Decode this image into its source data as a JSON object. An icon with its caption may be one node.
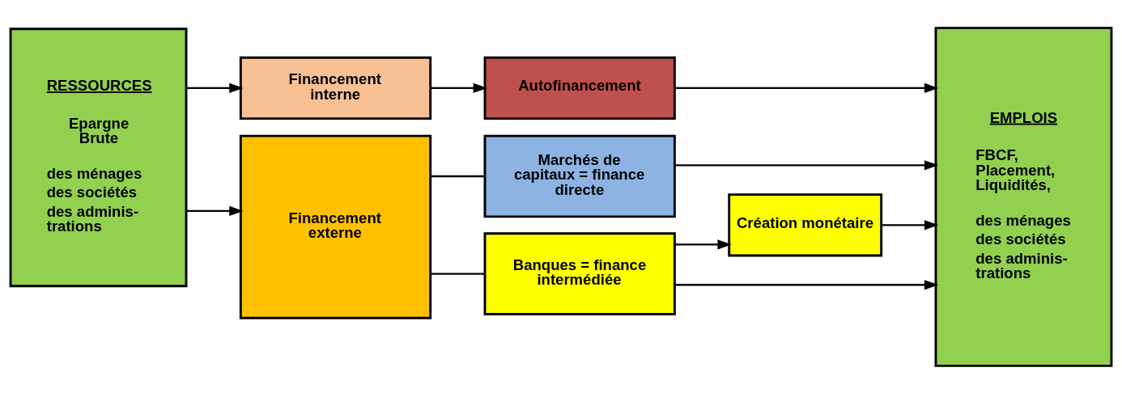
{
  "diagram": {
    "nodes": [
      {
        "text": [
          "RESSOURCES",
          "Epargne Brute",
          "des ménages",
          "des sociétés",
          "des adminis- trations"
        ]
      },
      {
        "text": [
          "Financement interne"
        ]
      },
      {
        "text": [
          "Financement externe"
        ]
      },
      {
        "text": [
          "Autofinancement"
        ]
      },
      {
        "text": [
          "Marchés de capitaux = finance directe"
        ]
      },
      {
        "text": [
          "Banques = finance intermédiée"
        ]
      },
      {
        "text": [
          "Création monétaire"
        ]
      },
      {
        "text": [
          "EMPLOIS",
          "FBCF, Placement, Liquidités,",
          "des ménages",
          "des sociétés",
          "des adminis- trations"
        ]
      }
    ],
    "edges": [
      {
        "from": 0,
        "to": 1,
        "arrow": "to"
      },
      {
        "from": 0,
        "to": 2,
        "arrow": "to"
      },
      {
        "from": 1,
        "to": 3,
        "arrow": "to"
      },
      {
        "from": 2,
        "to": 4,
        "arrow": "none"
      },
      {
        "from": 2,
        "to": 5,
        "arrow": "none"
      },
      {
        "from": 3,
        "to": 7,
        "arrow": "to"
      },
      {
        "from": 4,
        "to": 7,
        "arrow": "to"
      },
      {
        "from": 5,
        "to": 7,
        "arrow": "to"
      },
      {
        "from": 5,
        "to": 6,
        "arrow": "to"
      },
      {
        "from": 6,
        "to": 7,
        "arrow": "to"
      }
    ]
  }
}
